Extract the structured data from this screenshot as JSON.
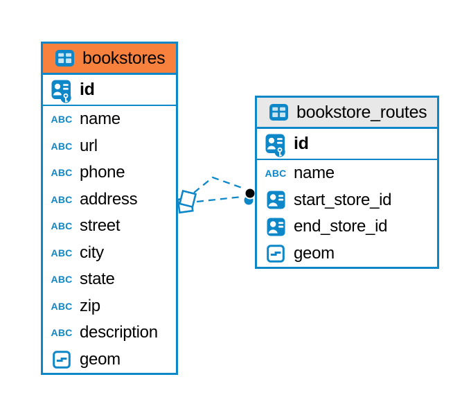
{
  "diagram": {
    "colors": {
      "accent_blue": "#0d87c8",
      "selected_header_orange": "#f9813e",
      "header_gray": "#e8e8e8",
      "text": "#000000",
      "relation_dot_black": "#000000",
      "background": "#ffffff"
    },
    "tables": [
      {
        "title": "bookstores",
        "header_bg": "#f9813e",
        "header_icon": "table-icon",
        "primary_key": {
          "label": "id",
          "icon": "person-key-icon"
        },
        "fields": [
          {
            "label": "name",
            "icon": "text-icon"
          },
          {
            "label": "url",
            "icon": "text-icon"
          },
          {
            "label": "phone",
            "icon": "text-icon"
          },
          {
            "label": "address",
            "icon": "text-icon"
          },
          {
            "label": "street",
            "icon": "text-icon"
          },
          {
            "label": "city",
            "icon": "text-icon"
          },
          {
            "label": "state",
            "icon": "text-icon"
          },
          {
            "label": "zip",
            "icon": "text-icon"
          },
          {
            "label": "description",
            "icon": "text-icon"
          },
          {
            "label": "geom",
            "icon": "geometry-icon"
          }
        ]
      },
      {
        "title": "bookstore_routes",
        "header_bg": "#e8e8e8",
        "header_icon": "table-icon",
        "primary_key": {
          "label": "id",
          "icon": "person-key-icon"
        },
        "fields": [
          {
            "label": "name",
            "icon": "text-icon"
          },
          {
            "label": "start_store_id",
            "icon": "person-icon"
          },
          {
            "label": "end_store_id",
            "icon": "person-icon"
          },
          {
            "label": "geom",
            "icon": "geometry-icon"
          }
        ]
      }
    ],
    "relationships": [
      {
        "from_table": "bookstores",
        "to_table": "bookstore_routes",
        "line_style": "dashed"
      },
      {
        "from_table": "bookstores",
        "to_table": "bookstore_routes",
        "line_style": "dashed"
      }
    ]
  }
}
